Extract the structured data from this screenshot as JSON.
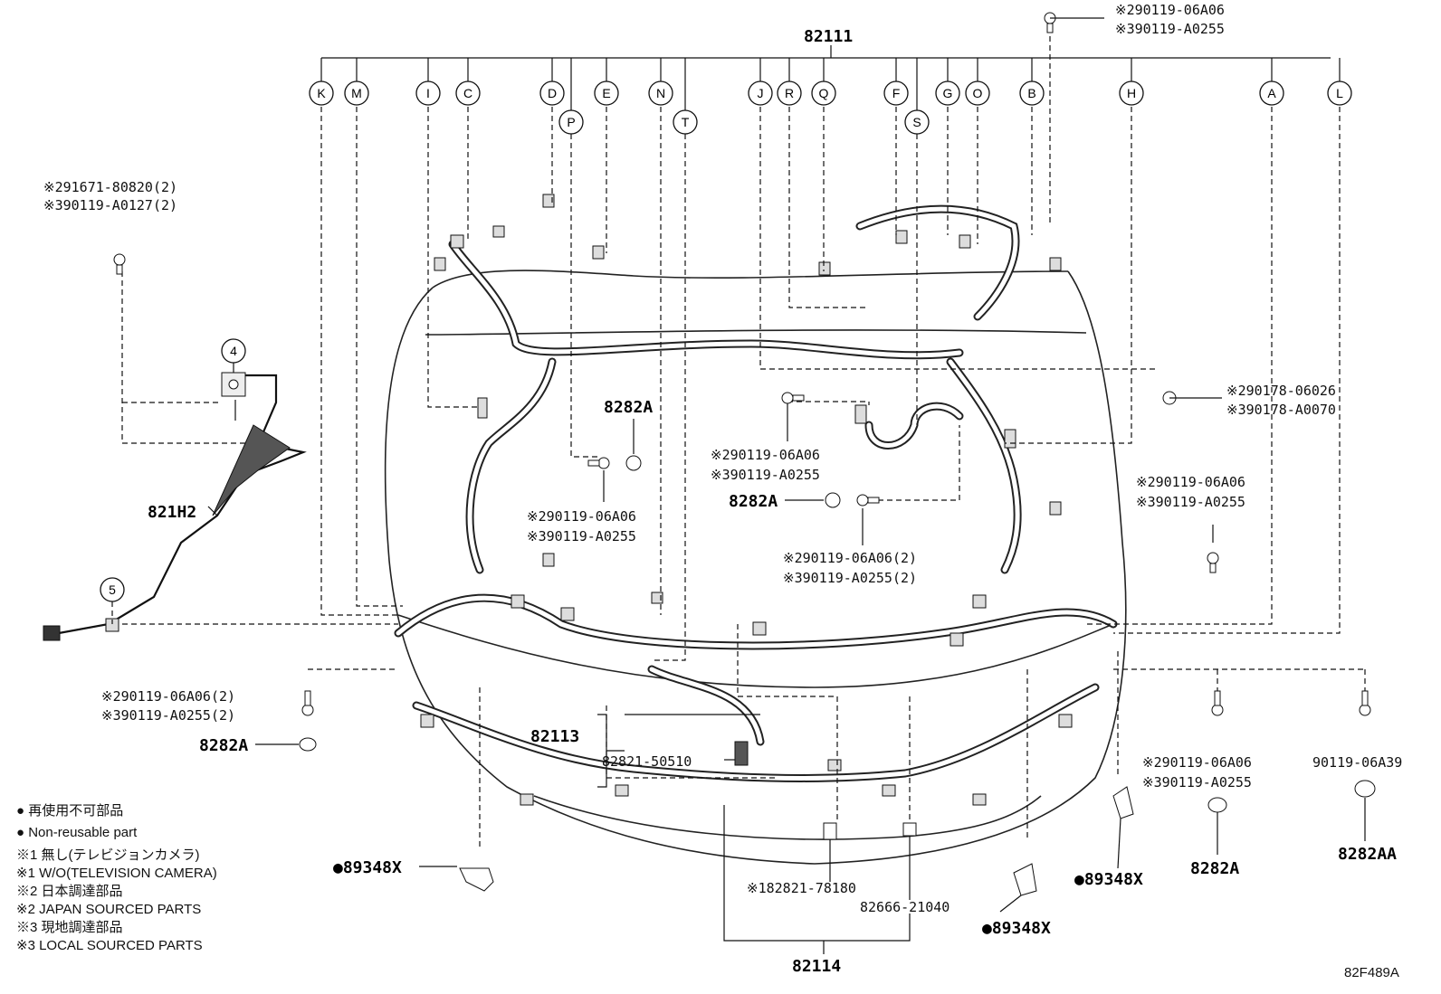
{
  "main_part": "82111",
  "circle_letters": [
    "K",
    "M",
    "I",
    "C",
    "D",
    "P",
    "E",
    "N",
    "T",
    "J",
    "R",
    "Q",
    "F",
    "S",
    "G",
    "O",
    "B",
    "H",
    "A",
    "L"
  ],
  "circle_numbers": [
    "4",
    "5"
  ],
  "parts": {
    "top_bolt_a": "※290119-06A06",
    "top_bolt_b": "※390119-A0255",
    "left_bolt_a": "※291671-80820(2)",
    "left_bolt_b": "※390119-A0127(2)",
    "cable": "821H2",
    "clip_center_left": "8282A",
    "bolt_cl_a": "※290119-06A06",
    "bolt_cl_b": "※390119-A0255",
    "clip_center": "8282A",
    "bolt_c_a": "※290119-06A06",
    "bolt_c_b": "※390119-A0255",
    "bolt_c2_a": "※290119-06A06(2)",
    "bolt_c2_b": "※390119-A0255(2)",
    "clip_right_a": "※290178-06026",
    "clip_right_b": "※390178-A0070",
    "bolt_r_a": "※290119-06A06",
    "bolt_r_b": "※390119-A0255",
    "bolt_l2_a": "※290119-06A06(2)",
    "bolt_l2_b": "※390119-A0255(2)",
    "clip_l2": "8282A",
    "harness_82113": "82113",
    "sensor": "82821-50510",
    "clip_89348_left": "●89348X",
    "sensor_2": "※182821-78180",
    "relay": "82666-21040",
    "harness_82114": "82114",
    "clip_89348_bottom": "●89348X",
    "clip_89348_right": "●89348X",
    "bolt_br_a": "※290119-06A06",
    "bolt_br_b": "※390119-A0255",
    "clip_br": "8282A",
    "bolt_far_right": "90119-06A39",
    "clip_far_right": "8282AA"
  },
  "legend": [
    "● 再使用不可部品",
    "● Non-reusable part",
    "※1 無し(テレビジョンカメラ)",
    "※1 W/O(TELEVISION CAMERA)",
    "※2 日本調達部品",
    "※2 JAPAN SOURCED PARTS",
    "※3 現地調達部品",
    "※3 LOCAL SOURCED PARTS"
  ],
  "figure_id": "82F489A"
}
